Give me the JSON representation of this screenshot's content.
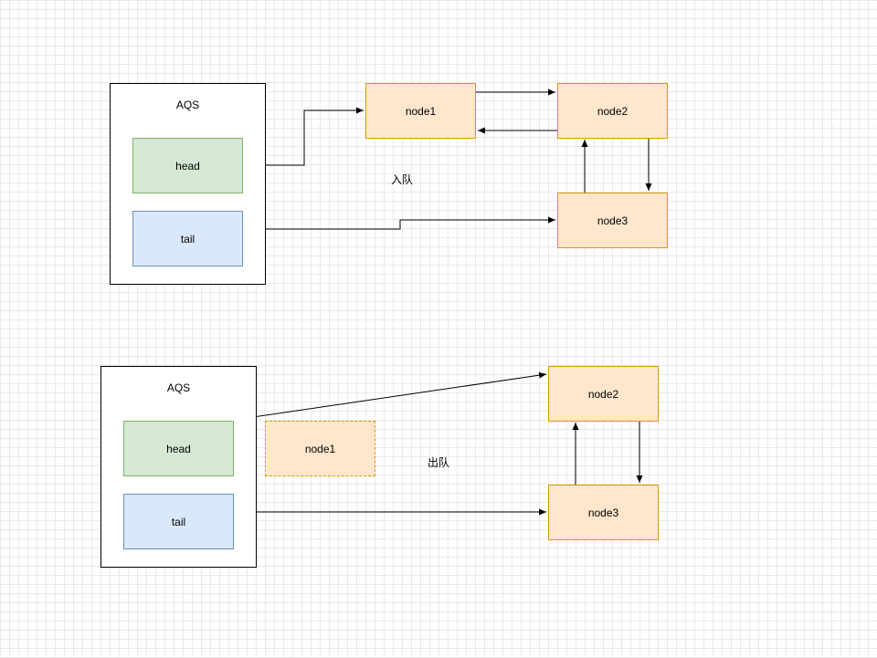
{
  "diagram": {
    "enqueue": {
      "caption": "入队",
      "aqs": {
        "title": "AQS",
        "head": "head",
        "tail": "tail"
      },
      "nodes": [
        "node1",
        "node2",
        "node3"
      ]
    },
    "dequeue": {
      "caption": "出队",
      "aqs": {
        "title": "AQS",
        "head": "head",
        "tail": "tail"
      },
      "detached_node": "node1",
      "nodes": [
        "node2",
        "node3"
      ]
    }
  }
}
